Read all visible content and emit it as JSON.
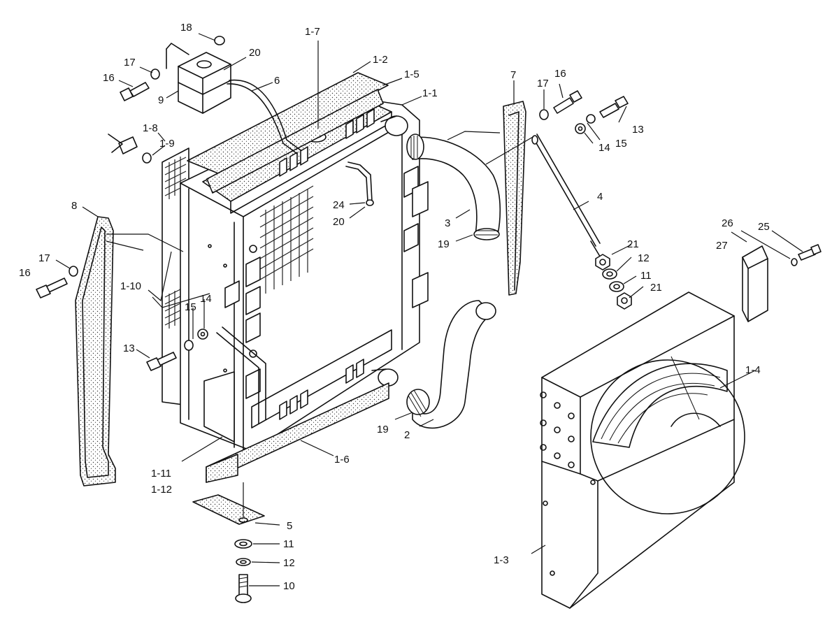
{
  "diagram": {
    "callouts": {
      "c1_1": "1-1",
      "c1_2": "1-2",
      "c1_3": "1-3",
      "c1_4": "1-4",
      "c1_5": "1-5",
      "c1_6": "1-6",
      "c1_7": "1-7",
      "c1_8": "1-8",
      "c1_9": "1-9",
      "c1_10": "1-10",
      "c1_11": "1-11",
      "c1_12": "1-12",
      "c2": "2",
      "c3": "3",
      "c4": "4",
      "c5": "5",
      "c6": "6",
      "c7": "7",
      "c8": "8",
      "c9": "9",
      "c10": "10",
      "c11": "11",
      "c12": "12",
      "c13": "13",
      "c14": "14",
      "c15": "15",
      "c16": "16",
      "c17": "17",
      "c18": "18",
      "c19": "19",
      "c20": "20",
      "c21": "21",
      "c24": "24",
      "c25": "25",
      "c26": "26",
      "c27": "27"
    }
  }
}
